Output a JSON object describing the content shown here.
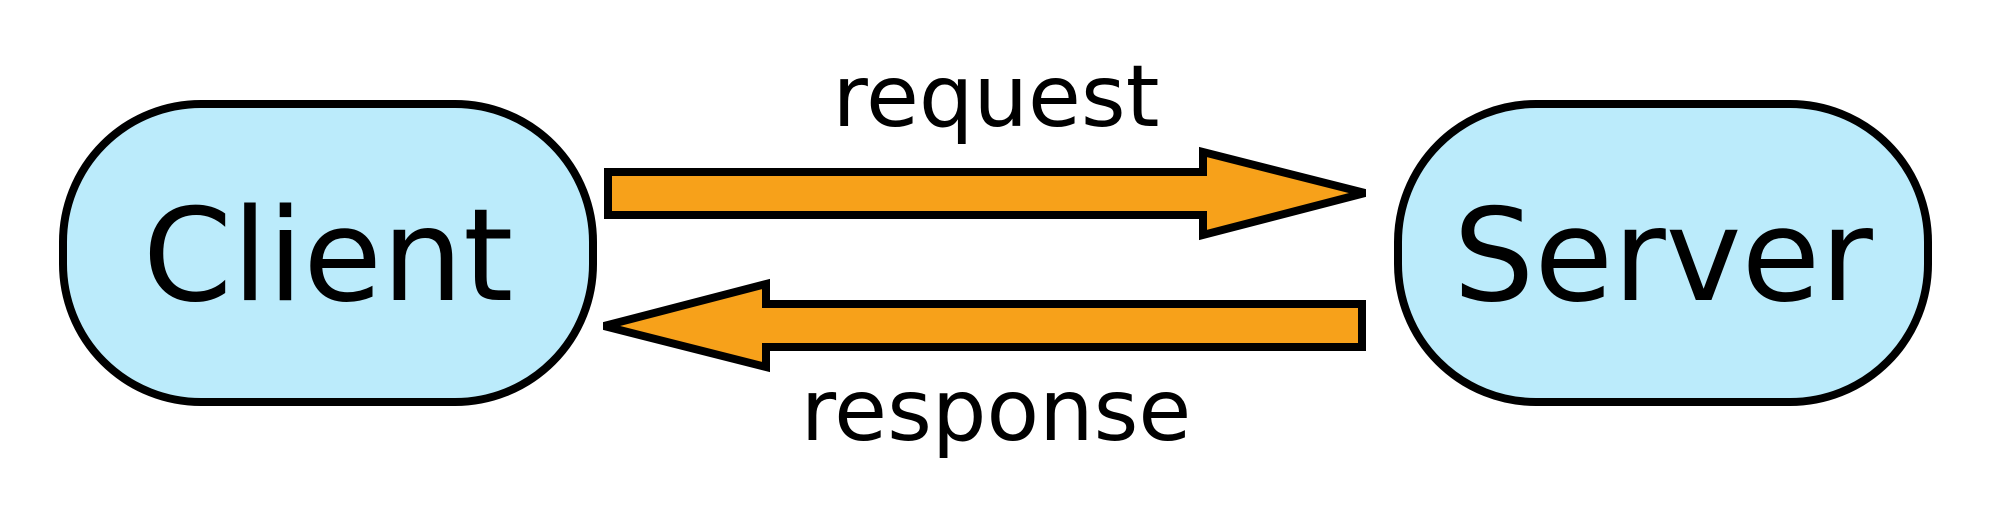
{
  "diagram": {
    "nodes": {
      "client": {
        "label": "Client"
      },
      "server": {
        "label": "Server"
      }
    },
    "edges": {
      "request": {
        "label": "request",
        "from": "client",
        "to": "server"
      },
      "response": {
        "label": "response",
        "from": "server",
        "to": "client"
      }
    }
  },
  "colors": {
    "node_fill": "#bbebfb",
    "arrow_fill": "#f7a11a",
    "stroke": "#000000"
  }
}
